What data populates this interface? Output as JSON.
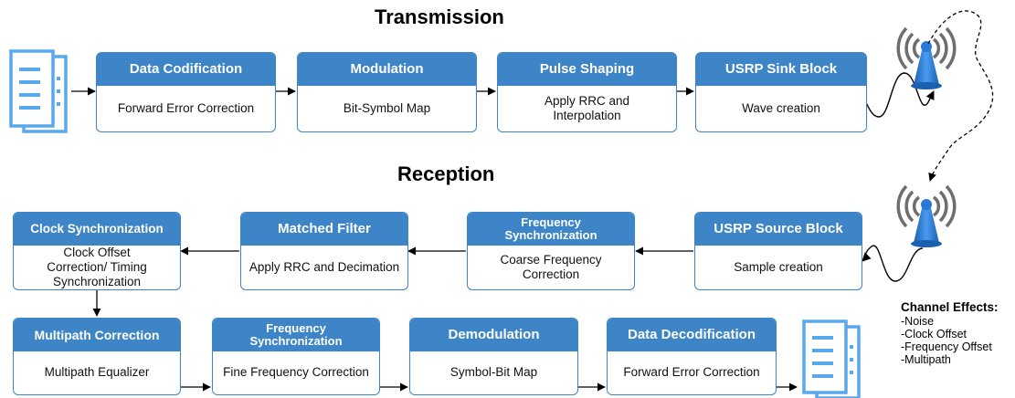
{
  "titles": {
    "transmission": "Transmission",
    "reception": "Reception"
  },
  "tx_blocks": [
    {
      "header": "Data Codification",
      "body": "Forward Error Correction"
    },
    {
      "header": "Modulation",
      "body": "Bit-Symbol Map"
    },
    {
      "header": "Pulse Shaping",
      "body": "Apply RRC and Interpolation"
    },
    {
      "header": "USRP Sink Block",
      "body": "Wave creation"
    }
  ],
  "rx_row1_blocks": [
    {
      "header": "Clock Synchronization",
      "body": "Clock Offset Correction/ Timing Synchronization"
    },
    {
      "header": "Matched Filter",
      "body": "Apply RRC and Decimation"
    },
    {
      "header": "Frequency Synchronization",
      "body": "Coarse Frequency Correction"
    },
    {
      "header": "USRP Source Block",
      "body": "Sample creation"
    }
  ],
  "rx_row2_blocks": [
    {
      "header": "Multipath Correction",
      "body": "Multipath Equalizer"
    },
    {
      "header": "Frequency Synchronization",
      "body": "Fine Frequency Correction"
    },
    {
      "header": "Demodulation",
      "body": "Symbol-Bit Map"
    },
    {
      "header": "Data Decodification",
      "body": "Forward Error Correction"
    }
  ],
  "channel_effects": {
    "title": "Channel Effects:",
    "items": [
      "-Noise",
      "-Clock Offset",
      "-Frequency Offset",
      "-Multipath"
    ]
  },
  "colors": {
    "block_blue": "#3d85c6",
    "document_blue": "#5aa8ec",
    "antenna_blue": "#2a78d6",
    "antenna_gray": "#6e6e6e"
  },
  "icons": [
    "document-stack-icon",
    "antenna-icon"
  ]
}
